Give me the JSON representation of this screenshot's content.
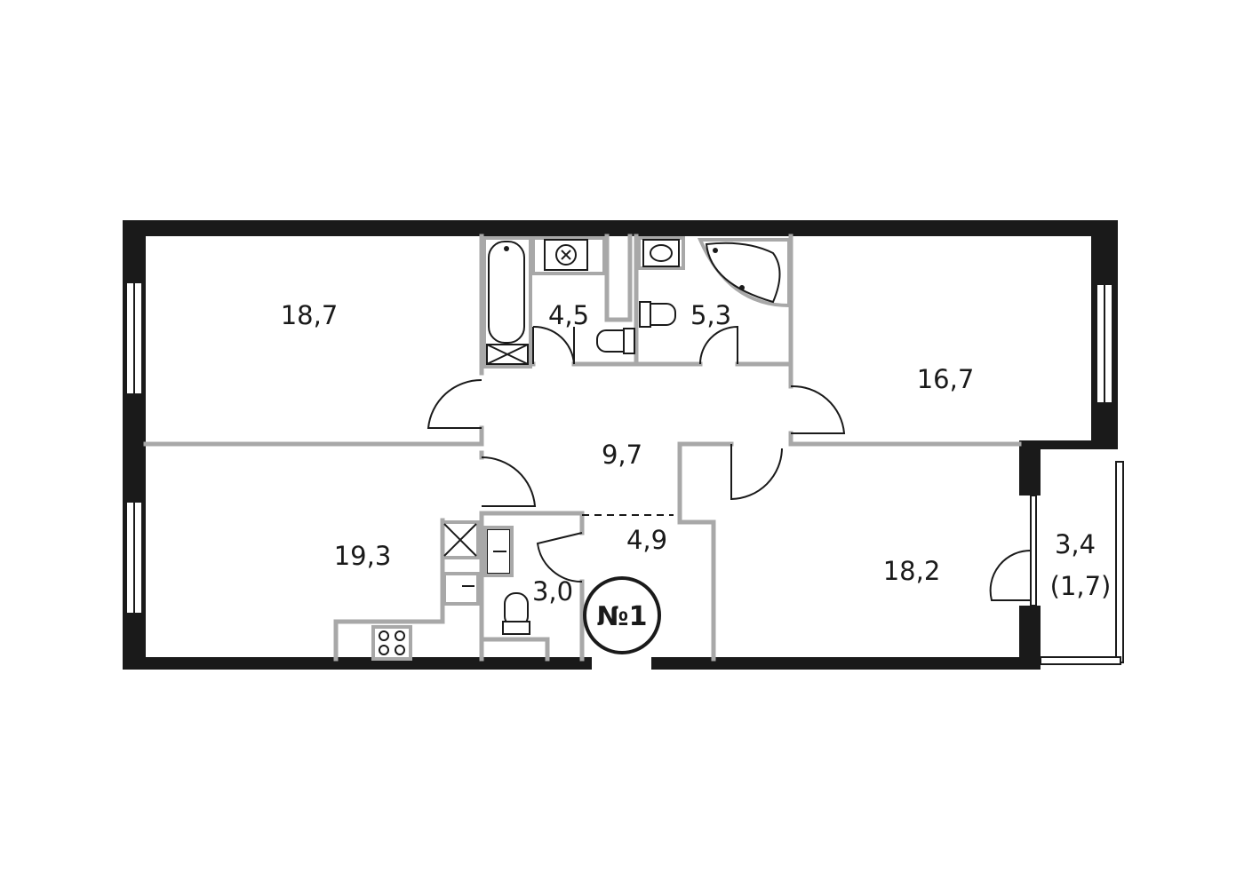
{
  "plan": {
    "rooms": [
      {
        "id": "room-1",
        "area": "18,7"
      },
      {
        "id": "bath-1",
        "area": "4,5"
      },
      {
        "id": "bath-2",
        "area": "5,3"
      },
      {
        "id": "room-2",
        "area": "16,7"
      },
      {
        "id": "hall",
        "area": "9,7"
      },
      {
        "id": "kitchen",
        "area": "19,3"
      },
      {
        "id": "corridor",
        "area": "4,9"
      },
      {
        "id": "wc",
        "area": "3,0"
      },
      {
        "id": "room-3",
        "area": "18,2"
      },
      {
        "id": "balcony",
        "area": "3,4"
      }
    ],
    "balcony_reduced": "(1,7)",
    "entrance_label": "№1",
    "colors": {
      "wall": "#1a1a1a",
      "partition": "#a8a8a8",
      "background": "#ffffff"
    }
  }
}
